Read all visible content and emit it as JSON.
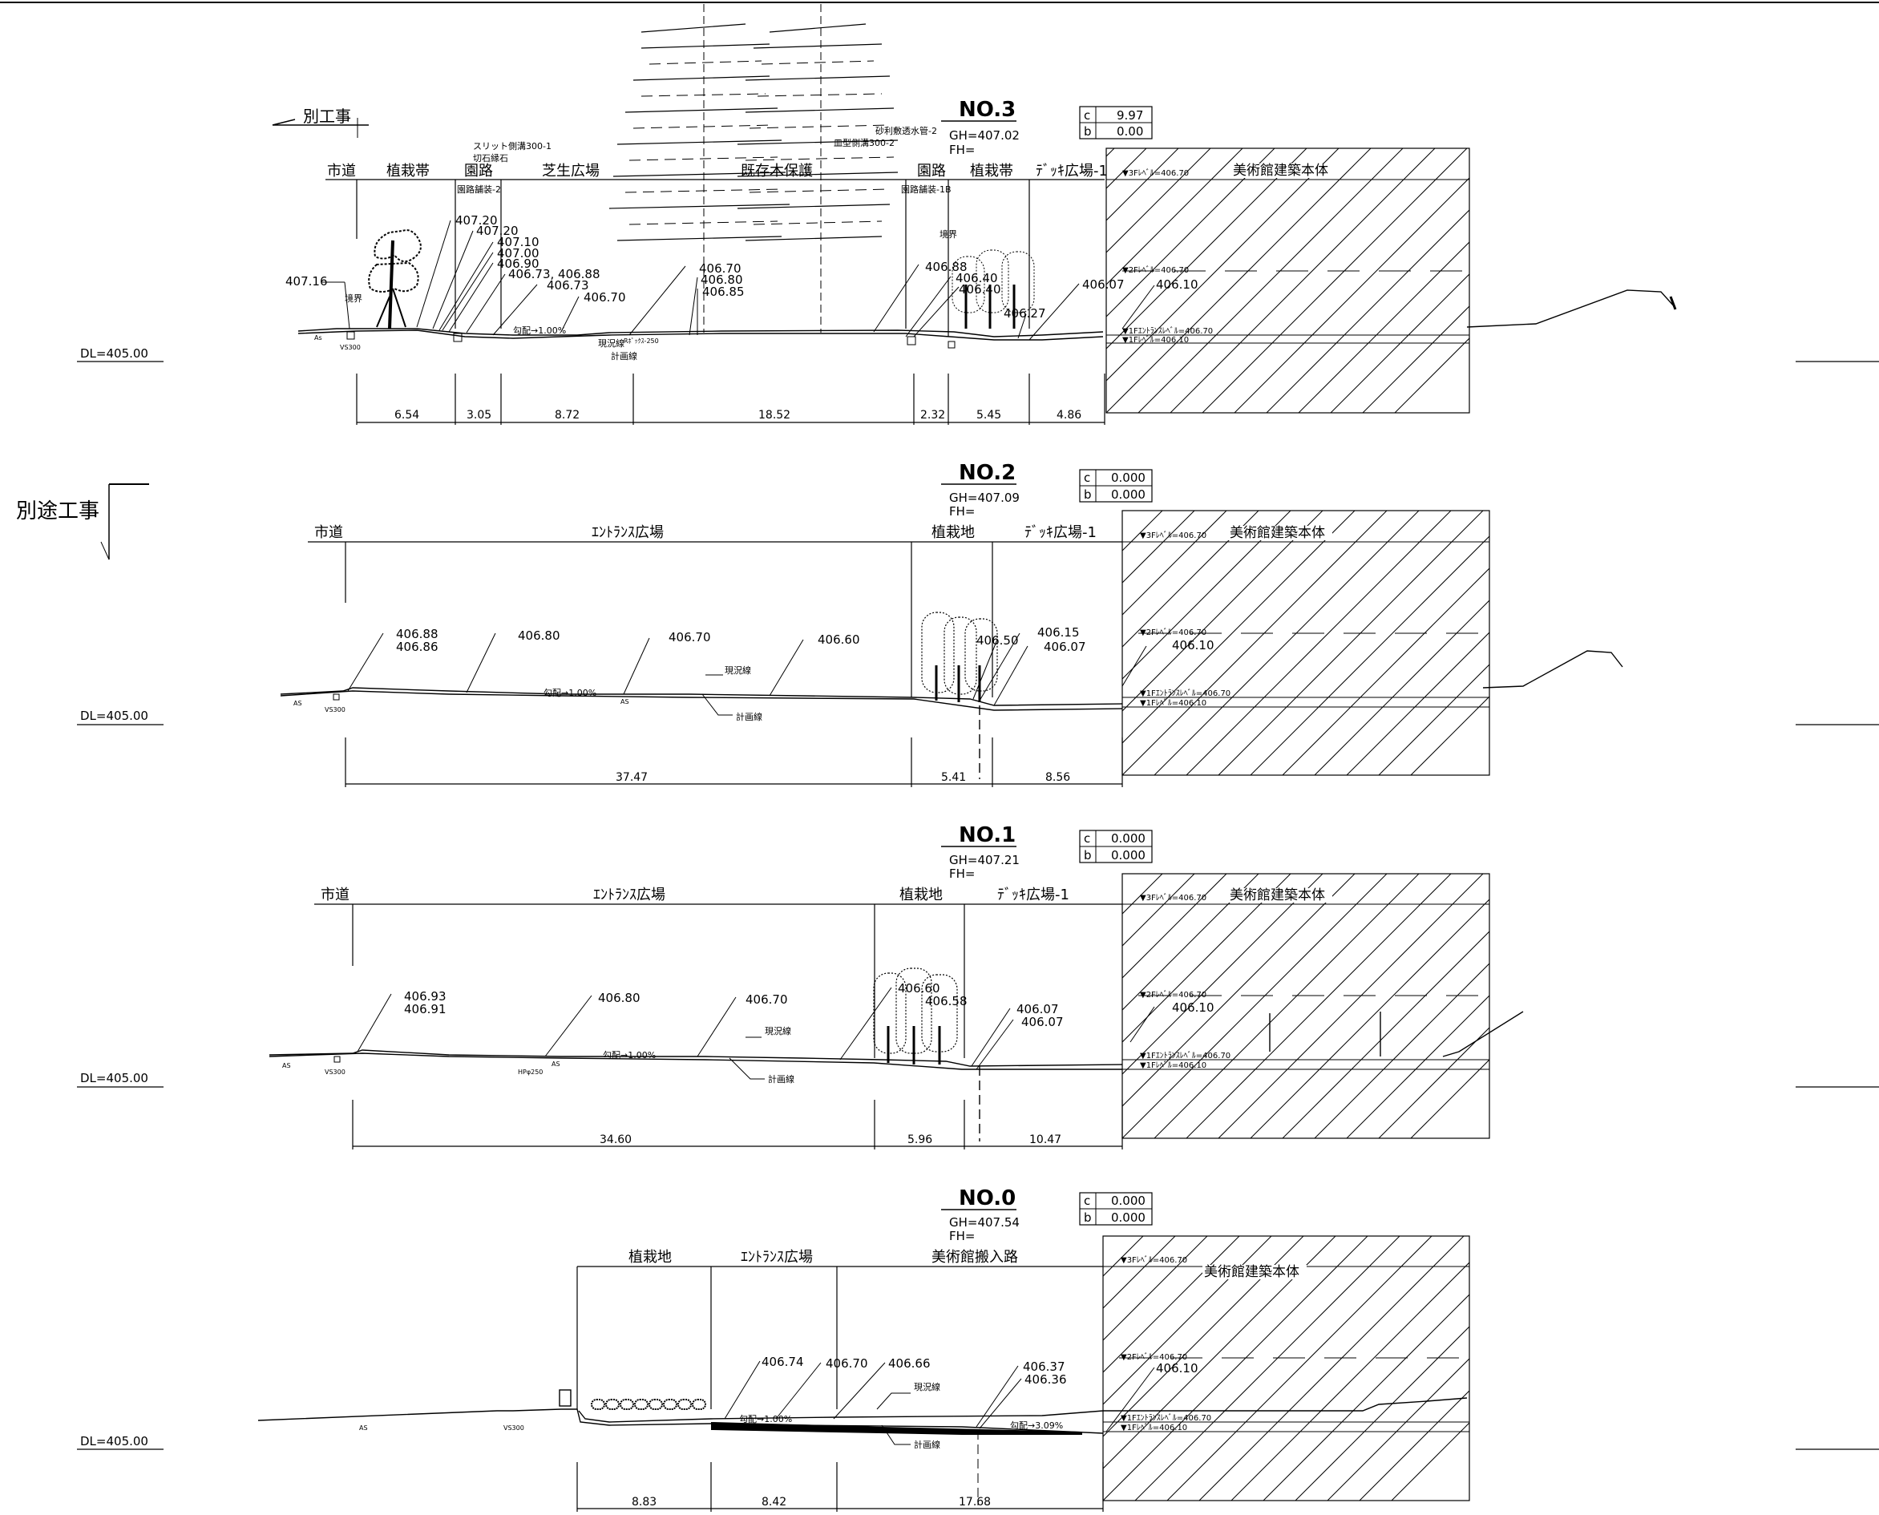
{
  "top_note": "別工事",
  "side_note": "別途工事",
  "dl_label": "DL=405.00",
  "building_label": "美術館建築本体",
  "sections": [
    {
      "no": "NO.3",
      "gh": "GH=407.02",
      "fh": "FH=",
      "c": "9.97",
      "b": "0.00",
      "zones": [
        "市道",
        "植栽帯",
        "園路",
        "芝生広場",
        "既存木保護",
        "園路",
        "植栽帯",
        "ﾃﾞｯｷ広場-1"
      ],
      "dims": [
        "6.54",
        "3.05",
        "8.72",
        "18.52",
        "2.32",
        "5.45",
        "4.86"
      ],
      "elevs": [
        "407.20",
        "407.20",
        "407.10",
        "407.00",
        "406.90",
        "406.73, 406.88",
        "406.73",
        "406.70",
        "406.70",
        "406.80",
        "406.85",
        "406.88",
        "406.40",
        "406.40",
        "406.27",
        "406.07",
        "406.10",
        "407.16"
      ],
      "notes": [
        "スリット側溝300-1",
        "切石縁石",
        "園路舗装-2",
        "砂利敷透水管-2",
        "皿型側溝300-2",
        "園路舗装-1B",
        "境界",
        "境界",
        "現況線",
        "計画線",
        "勾配→1.00%",
        "VS300",
        "As",
        "Rﾎﾞｯｸｽ-250"
      ],
      "levels": [
        "▼3Fﾚﾍﾞﾙ=406.70",
        "▼2Fﾚﾍﾞﾙ=406.70",
        "▼1Fｴﾝﾄﾗﾝｽﾚﾍﾞﾙ=406.70",
        "▼1Fﾚﾍﾞﾙ=406.10"
      ]
    },
    {
      "no": "NO.2",
      "gh": "GH=407.09",
      "fh": "FH=",
      "c": "0.000",
      "b": "0.000",
      "zones": [
        "市道",
        "ｴﾝﾄﾗﾝｽ広場",
        "植栽地",
        "ﾃﾞｯｷ広場-1"
      ],
      "dims": [
        "37.47",
        "5.41",
        "8.56"
      ],
      "elevs": [
        "406.88",
        "406.86",
        "406.80",
        "406.70",
        "406.60",
        "406.50",
        "406.15",
        "406.07",
        "406.10"
      ],
      "notes": [
        "現況線",
        "計画線",
        "勾配→1.00%",
        "VS300",
        "AS",
        "AS"
      ],
      "levels": [
        "▼3Fﾚﾍﾞﾙ=406.70",
        "▼2Fﾚﾍﾞﾙ=406.70",
        "▼1Fｴﾝﾄﾗﾝｽﾚﾍﾞﾙ=406.70",
        "▼1Fﾚﾍﾞﾙ=406.10"
      ]
    },
    {
      "no": "NO.1",
      "gh": "GH=407.21",
      "fh": "FH=",
      "c": "0.000",
      "b": "0.000",
      "zones": [
        "市道",
        "ｴﾝﾄﾗﾝｽ広場",
        "植栽地",
        "ﾃﾞｯｷ広場-1"
      ],
      "dims": [
        "34.60",
        "5.96",
        "10.47"
      ],
      "elevs": [
        "406.93",
        "406.91",
        "406.80",
        "406.70",
        "406.60",
        "406.58",
        "406.07",
        "406.07",
        "406.10"
      ],
      "notes": [
        "現況線",
        "計画線",
        "勾配→1.00%",
        "VS300",
        "AS",
        "AS",
        "HPφ250"
      ],
      "levels": [
        "▼3Fﾚﾍﾞﾙ=406.70",
        "▼2Fﾚﾍﾞﾙ=406.70",
        "▼1Fｴﾝﾄﾗﾝｽﾚﾍﾞﾙ=406.70",
        "▼1Fﾚﾍﾞﾙ=406.10"
      ]
    },
    {
      "no": "NO.0",
      "gh": "GH=407.54",
      "fh": "FH=",
      "c": "0.000",
      "b": "0.000",
      "zones": [
        "植栽地",
        "ｴﾝﾄﾗﾝｽ広場",
        "美術館搬入路"
      ],
      "dims": [
        "8.83",
        "8.42",
        "17.68"
      ],
      "elevs": [
        "406.74",
        "406.70",
        "406.66",
        "406.37",
        "406.36",
        "406.10"
      ],
      "notes": [
        "現況線",
        "計画線",
        "勾配→1.00%",
        "勾配→3.09%",
        "AS",
        "VS300"
      ],
      "levels": [
        "▼3Fﾚﾍﾞﾙ=406.70",
        "▼2Fﾚﾍﾞﾙ=406.70",
        "▼1Fｴﾝﾄﾗﾝｽﾚﾍﾞﾙ=406.70",
        "▼1Fﾚﾍﾞﾙ=406.10"
      ]
    }
  ]
}
